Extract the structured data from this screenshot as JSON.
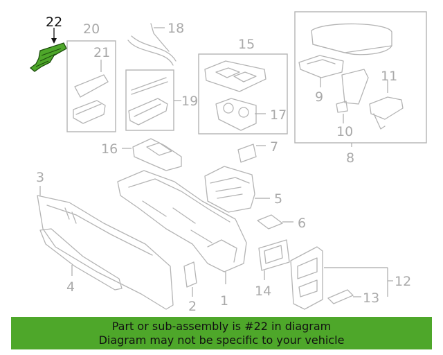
{
  "diagram": {
    "callouts": {
      "c1": "1",
      "c2": "2",
      "c3": "3",
      "c4": "4",
      "c5": "5",
      "c6": "6",
      "c7": "7",
      "c8": "8",
      "c9": "9",
      "c10": "10",
      "c11": "11",
      "c12": "12",
      "c13": "13",
      "c14": "14",
      "c15": "15",
      "c16": "16",
      "c17": "17",
      "c18": "18",
      "c19": "19",
      "c20": "20",
      "c21": "21",
      "c22": "22"
    },
    "highlighted_part": "22",
    "colors": {
      "highlight": "#4ea72a",
      "line": "#b4b4b4",
      "label": "#a9a9a9"
    }
  },
  "banner": {
    "line1": "Part or sub-assembly is #22 in diagram",
    "line2": "Diagram may not be specific to your vehicle",
    "color": "#4ea72a"
  }
}
